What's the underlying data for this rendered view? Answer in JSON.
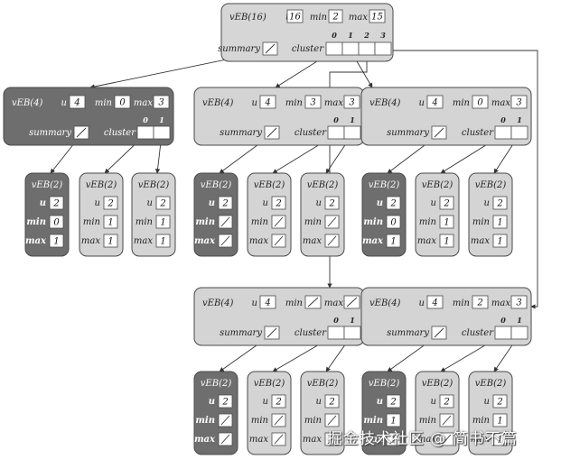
{
  "labels": {
    "u": "u",
    "min": "min",
    "max": "max",
    "summary": "summary",
    "cluster": "cluster"
  },
  "colors": {
    "dark_node": "#6e6e6e",
    "light_node": "#d4d4d4",
    "box_fill": "#ffffff",
    "stroke": "#4a4a4a",
    "arrow": "#333333"
  },
  "root": {
    "name": "vEB(16)",
    "u": "16",
    "min": "2",
    "max": "15",
    "cluster_indices": [
      "0",
      "1",
      "2",
      "3"
    ]
  },
  "vEB4_nodes": [
    {
      "name": "vEB(4)",
      "u": "4",
      "min": "0",
      "max": "3",
      "cluster_indices": [
        "0",
        "1"
      ],
      "shade": "dark"
    },
    {
      "name": "vEB(4)",
      "u": "4",
      "min": "3",
      "max": "3",
      "cluster_indices": [
        "0",
        "1"
      ],
      "shade": "light"
    },
    {
      "name": "vEB(4)",
      "u": "4",
      "min": "0",
      "max": "3",
      "cluster_indices": [
        "0",
        "1"
      ],
      "shade": "light"
    },
    {
      "name": "vEB(4)",
      "u": "4",
      "min": "",
      "max": "",
      "cluster_indices": [
        "0",
        "1"
      ],
      "shade": "light"
    },
    {
      "name": "vEB(4)",
      "u": "4",
      "min": "2",
      "max": "3",
      "cluster_indices": [
        "0",
        "1"
      ],
      "shade": "light"
    }
  ],
  "vEB2_nodes": [
    {
      "name": "vEB(2)",
      "u": "2",
      "min": "0",
      "max": "1",
      "shade": "dark"
    },
    {
      "name": "vEB(2)",
      "u": "2",
      "min": "1",
      "max": "1",
      "shade": "light"
    },
    {
      "name": "vEB(2)",
      "u": "2",
      "min": "1",
      "max": "1",
      "shade": "light"
    },
    {
      "name": "vEB(2)",
      "u": "2",
      "min": "",
      "max": "",
      "shade": "dark"
    },
    {
      "name": "vEB(2)",
      "u": "2",
      "min": "",
      "max": "",
      "shade": "light"
    },
    {
      "name": "vEB(2)",
      "u": "2",
      "min": "",
      "max": "",
      "shade": "light"
    },
    {
      "name": "vEB(2)",
      "u": "2",
      "min": "0",
      "max": "1",
      "shade": "dark"
    },
    {
      "name": "vEB(2)",
      "u": "2",
      "min": "1",
      "max": "1",
      "shade": "light"
    },
    {
      "name": "vEB(2)",
      "u": "2",
      "min": "1",
      "max": "1",
      "shade": "light"
    },
    {
      "name": "vEB(2)",
      "u": "2",
      "min": "",
      "max": "",
      "shade": "dark"
    },
    {
      "name": "vEB(2)",
      "u": "2",
      "min": "",
      "max": "",
      "shade": "light"
    },
    {
      "name": "vEB(2)",
      "u": "2",
      "min": "",
      "max": "",
      "shade": "light"
    },
    {
      "name": "vEB(2)",
      "u": "2",
      "min": "1",
      "max": "1",
      "shade": "dark"
    },
    {
      "name": "vEB(2)",
      "u": "2",
      "min": "",
      "max": "",
      "shade": "light"
    },
    {
      "name": "vEB(2)",
      "u": "2",
      "min": "1",
      "max": "1",
      "shade": "light"
    }
  ],
  "watermark": "掘金技术社区 @ 简书不篇"
}
